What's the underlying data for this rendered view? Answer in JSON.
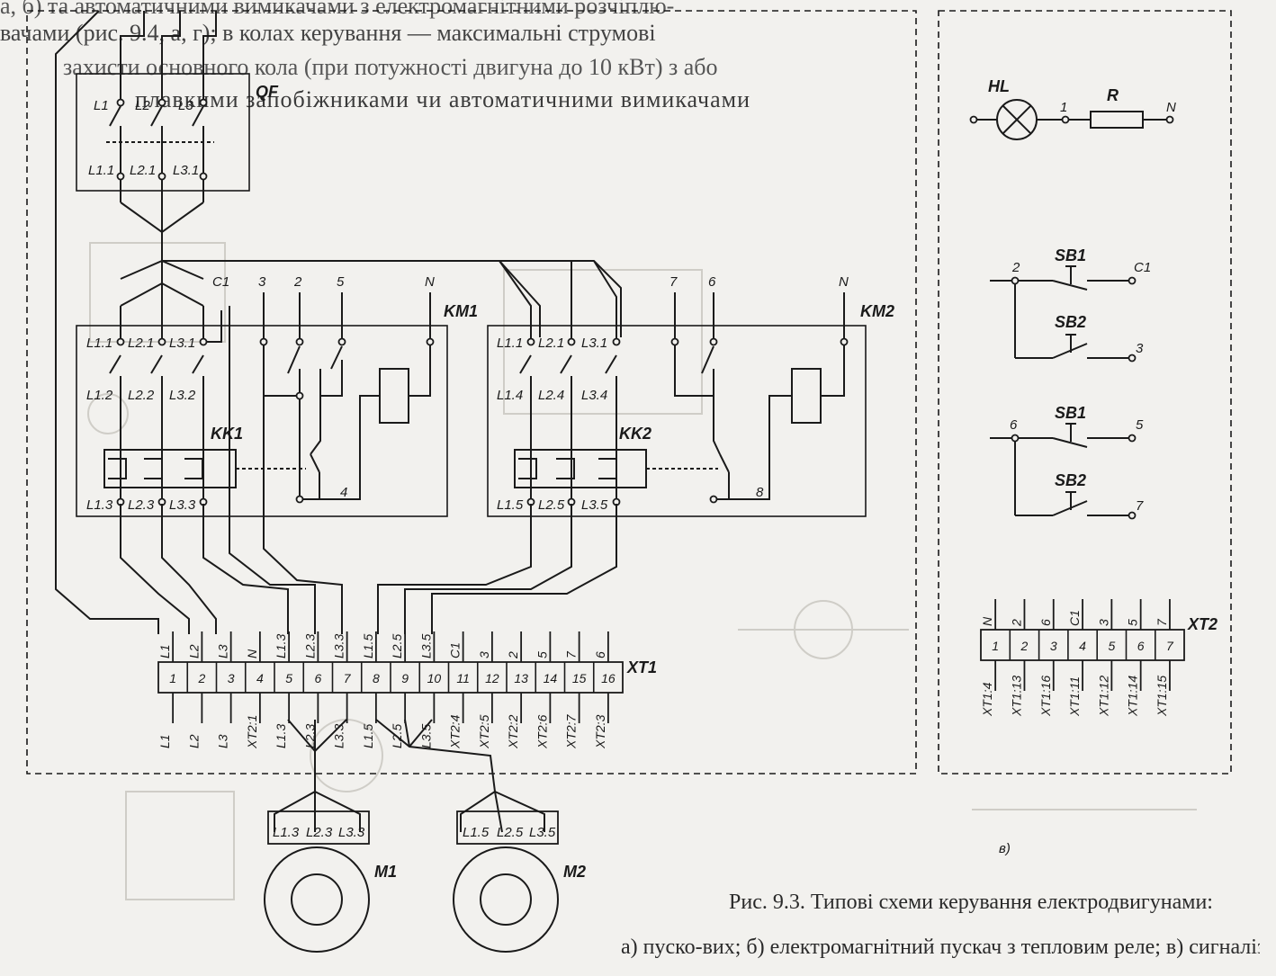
{
  "page_text": {
    "line1": "а, б) та автоматичними вимикачами з електромагнітними розчіплю-",
    "line2": "вачами (рис. 9.4, а, г); в колах керування — максимальні струмові",
    "line3": "захисти основного кола (при потужності двигуна до 10 кВт) з або",
    "line4": "плавкими запобіжниками чи автоматичними вимикачами",
    "fig_letter": "в)",
    "caption_line1": "Рис. 9.3. Типові схеми керування електродвигунами:",
    "caption_line2": "а) пуско-вих; б) електромагнітний пускач з тепловим реле; в) сигналізації"
  },
  "devices": {
    "qf": "QF",
    "km1": "KM1",
    "km2": "KM2",
    "kk1": "KK1",
    "kk2": "KK2",
    "hl": "HL",
    "r": "R",
    "sb1": "SB1",
    "sb2": "SB2",
    "xt1": "XT1",
    "xt2": "XT2",
    "m1": "M1",
    "m2": "M2"
  },
  "qf_terminals": {
    "top": [
      "L1",
      "L2",
      "L3"
    ],
    "bottom": [
      "L1.1",
      "L2.1",
      "L3.1"
    ]
  },
  "km1": {
    "top": [
      "L1.1",
      "L2.1",
      "L3.1"
    ],
    "mid": [
      "L1.2",
      "L2.2",
      "L3.2"
    ],
    "bottom": [
      "L1.3",
      "L2.3",
      "L3.3"
    ],
    "ctrl": [
      "C1",
      "3",
      "2",
      "5",
      "N"
    ],
    "wire": "4"
  },
  "km2": {
    "top": [
      "L1.1",
      "L2.1",
      "L3.1"
    ],
    "mid": [
      "L1.4",
      "L2.4",
      "L3.4"
    ],
    "bottom": [
      "L1.5",
      "L2.5",
      "L3.5"
    ],
    "ctrl": [
      "7",
      "6",
      "N"
    ],
    "wire": "8"
  },
  "xt1": {
    "numbers": [
      "1",
      "2",
      "3",
      "4",
      "5",
      "6",
      "7",
      "8",
      "9",
      "10",
      "11",
      "12",
      "13",
      "14",
      "15",
      "16"
    ],
    "top_labels": [
      "L1",
      "L2",
      "L3",
      "N",
      "L1.3",
      "L2.3",
      "L3.3",
      "L1.5",
      "L2.5",
      "L3.5",
      "C1",
      "3",
      "2",
      "5",
      "7",
      "6"
    ],
    "bottom_labels": [
      "L1",
      "L2",
      "L3",
      "XT2:1",
      "L1.3",
      "L2.3",
      "L3.3",
      "L1.5",
      "L2.5",
      "L3.5",
      "XT2:4",
      "XT2:5",
      "XT2:2",
      "XT2:6",
      "XT2:7",
      "XT2:3"
    ]
  },
  "xt2": {
    "numbers": [
      "1",
      "2",
      "3",
      "4",
      "5",
      "6",
      "7"
    ],
    "top_labels": [
      "N",
      "2",
      "6",
      "C1",
      "3",
      "5",
      "7"
    ],
    "bottom_labels": [
      "XT1:4",
      "XT1:13",
      "XT1:16",
      "XT1:11",
      "XT1:12",
      "XT1:14",
      "XT1:15"
    ]
  },
  "signal": {
    "node1": "1",
    "node_n": "N"
  },
  "buttons": {
    "pair1": {
      "left": "2",
      "right_top": "C1",
      "right_bottom": "3"
    },
    "pair2": {
      "left": "6",
      "right_top": "5",
      "right_bottom": "7"
    }
  },
  "motors": {
    "m1_terms": [
      "L1.3",
      "L2.3",
      "L3.3"
    ],
    "m2_terms": [
      "L1.5",
      "L2.5",
      "L3.5"
    ]
  },
  "colors": {
    "ink": "#1a1a1a",
    "paper": "#f2f1ee",
    "bleed": "#c8c7c2"
  }
}
